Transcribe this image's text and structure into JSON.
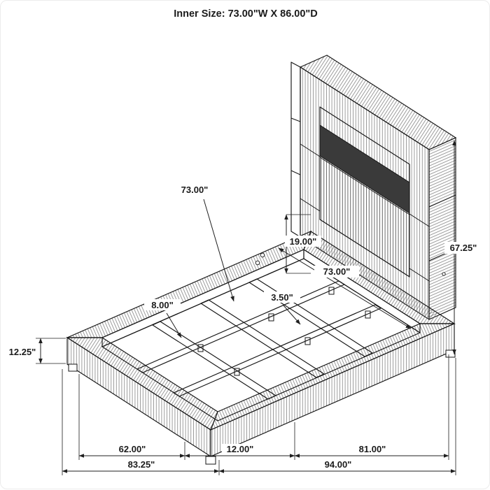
{
  "title": "Inner Size: 73.00\"W X 86.00\"D",
  "labels": {
    "inner_width_pointer": "73.00\"",
    "headboard_panel_height": "19.00\"",
    "overall_height": "67.25\"",
    "inner_width": "73.00\"",
    "slat_width": "3.50\"",
    "rail_width": "8.00\"",
    "base_height": "12.25\"",
    "footboard_inner_width": "62.00\"",
    "rail_thickness": "12.00\"",
    "side_inner_length": "81.00\"",
    "footboard_outer_width": "83.25\"",
    "side_outer_length": "94.00\""
  },
  "colors": {
    "line": "#1f1f1f",
    "hatch": "#4d4d4d",
    "light_bar": "#3a3a3a",
    "background": "#ffffff"
  }
}
